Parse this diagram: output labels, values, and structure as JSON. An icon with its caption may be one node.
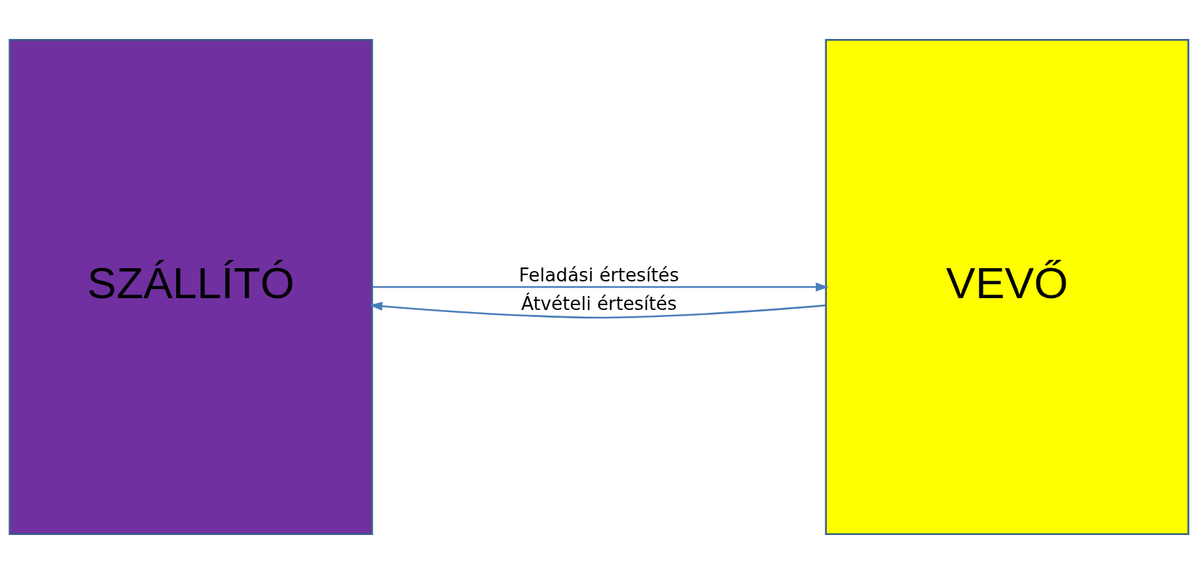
{
  "diagram": {
    "nodes": [
      {
        "text": [
          "SZÁLLÍTÓ"
        ]
      },
      {
        "text": [
          "VEVŐ"
        ]
      }
    ],
    "edges": [
      {
        "from": 0,
        "to": 1,
        "arrow": "to",
        "label": "Feladási értesítés"
      },
      {
        "from": 1,
        "to": 0,
        "arrow": "to",
        "label": "Átvételi értesítés"
      }
    ]
  }
}
